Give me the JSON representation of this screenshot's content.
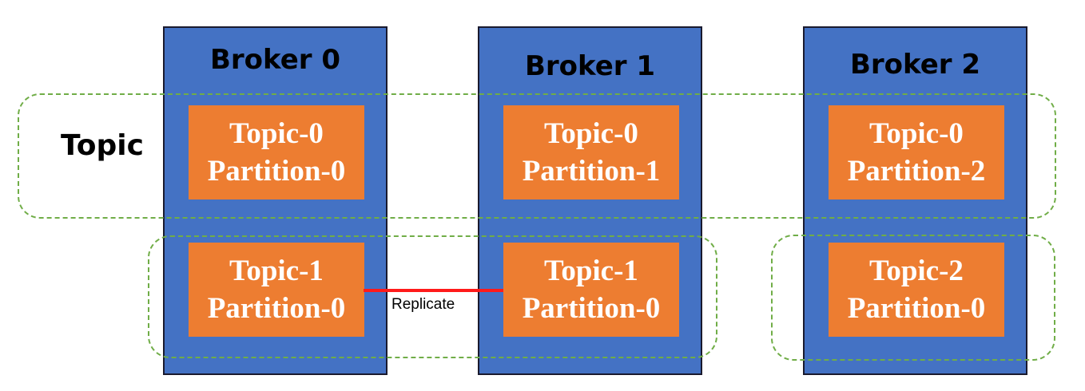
{
  "diagram": {
    "topic_label": "Topic",
    "replicate_label": "Replicate",
    "brokers": [
      {
        "title": "Broker 0"
      },
      {
        "title": "Broker 1"
      },
      {
        "title": "Broker 2"
      }
    ],
    "partitions": [
      {
        "topic": "Topic-0",
        "partition": "Partition-0"
      },
      {
        "topic": "Topic-0",
        "partition": "Partition-1"
      },
      {
        "topic": "Topic-0",
        "partition": "Partition-2"
      },
      {
        "topic": "Topic-1",
        "partition": "Partition-0"
      },
      {
        "topic": "Topic-1",
        "partition": "Partition-0"
      },
      {
        "topic": "Topic-2",
        "partition": "Partition-0"
      }
    ],
    "colors": {
      "broker_fill": "#4472c4",
      "partition_fill": "#ed7d31",
      "group_border": "#70ad47",
      "replicate_line": "#ff1a1a"
    }
  }
}
